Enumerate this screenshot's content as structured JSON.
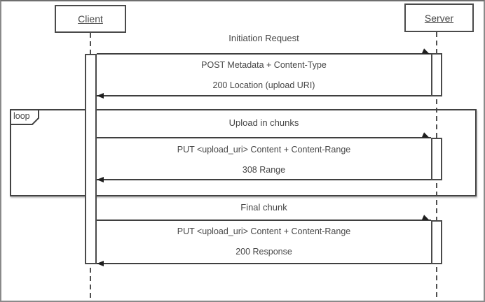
{
  "diagram": {
    "type": "uml-sequence-diagram",
    "actors": {
      "client": "Client",
      "server": "Server"
    },
    "fragment": {
      "operator": "loop"
    },
    "exchanges": [
      {
        "title": "Initiation Request",
        "request": "POST Metadata + Content-Type",
        "response": "200 Location (upload URI)"
      },
      {
        "title": "Upload in chunks",
        "request": "PUT <upload_uri> Content + Content-Range",
        "response": "308 Range"
      },
      {
        "title": "Final chunk",
        "request": "PUT <upload_uri> Content + Content-Range",
        "response": "200 Response"
      }
    ],
    "colors": {
      "background": "#ffffff",
      "line": "#3f3f3f",
      "text": "#474747",
      "frame_border": "#424242",
      "page_border": "#8a8a8a"
    }
  }
}
